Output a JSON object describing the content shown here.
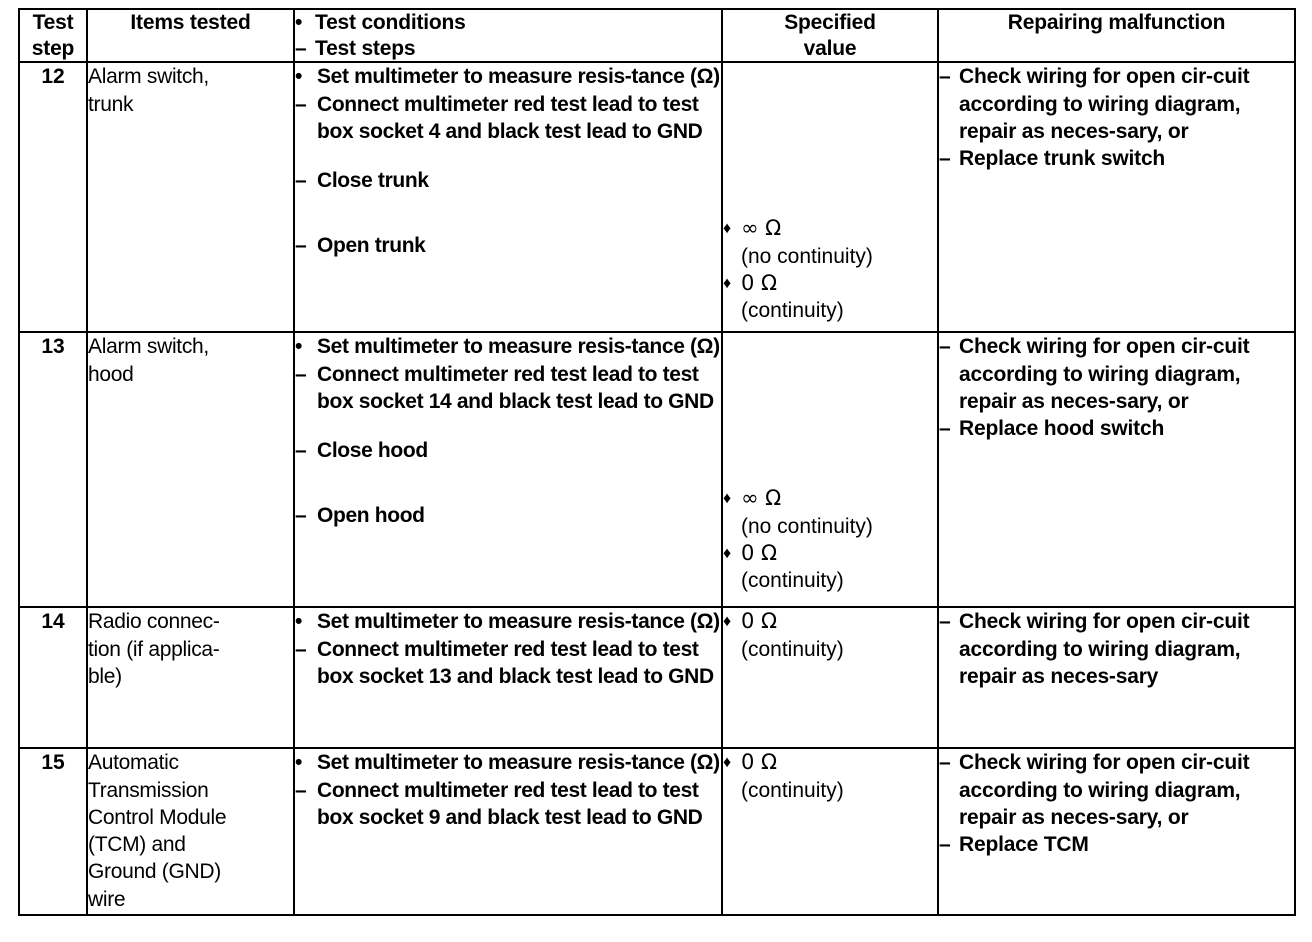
{
  "table": {
    "headers": [
      {
        "id": "test-step",
        "lines": [
          "Test",
          "step"
        ]
      },
      {
        "id": "items-tested",
        "lines": [
          "Items tested"
        ]
      },
      {
        "id": "test-conditions",
        "mark_bullet": "•",
        "mark_dash": "–",
        "lines": [
          "Test conditions",
          "Test steps"
        ]
      },
      {
        "id": "specified-value",
        "lines": [
          "Specified",
          "value"
        ]
      },
      {
        "id": "repairing-malfunction",
        "lines": [
          "Repairing malfunction"
        ]
      }
    ],
    "marks": {
      "bullet": "•",
      "dash": "–",
      "diamond": "♦"
    },
    "rows": [
      {
        "step": "12",
        "items": [
          "Alarm switch,",
          "trunk"
        ],
        "conditions": [
          {
            "mark": "•",
            "text": "Set multimeter to measure resis-tance (Ω)"
          },
          {
            "mark": "–",
            "text": "Connect multimeter red test lead to test box socket 4 and black test lead to GND"
          },
          {
            "mark": "–",
            "text": "Close trunk"
          },
          {
            "mark": "–",
            "text": "Open trunk"
          }
        ],
        "specified": [
          {
            "mark": "♦",
            "value": "∞ Ω",
            "note": "(no continuity)"
          },
          {
            "mark": "♦",
            "value": "0 Ω",
            "note": "(continuity)"
          }
        ],
        "repairs": [
          {
            "mark": "–",
            "text": "Check wiring for open cir-cuit according to wiring diagram, repair as neces-sary, or"
          },
          {
            "mark": "–",
            "text": "Replace trunk switch"
          }
        ]
      },
      {
        "step": "13",
        "items": [
          "Alarm switch,",
          "hood"
        ],
        "conditions": [
          {
            "mark": "•",
            "text": "Set multimeter to measure resis-tance (Ω)"
          },
          {
            "mark": "–",
            "text": "Connect multimeter red test lead to test box socket 14 and black test lead to GND"
          },
          {
            "mark": "–",
            "text": "Close hood"
          },
          {
            "mark": "–",
            "text": "Open hood"
          }
        ],
        "specified": [
          {
            "mark": "♦",
            "value": "∞ Ω",
            "note": "(no continuity)"
          },
          {
            "mark": "♦",
            "value": "0 Ω",
            "note": "(continuity)"
          }
        ],
        "repairs": [
          {
            "mark": "–",
            "text": "Check wiring for open cir-cuit according to wiring diagram, repair as neces-sary, or"
          },
          {
            "mark": "–",
            "text": "Replace hood switch"
          }
        ]
      },
      {
        "step": "14",
        "items": [
          "Radio connec-",
          "tion (if applica-",
          "ble)"
        ],
        "conditions": [
          {
            "mark": "•",
            "text": "Set multimeter to measure resis-tance (Ω)"
          },
          {
            "mark": "–",
            "text": "Connect multimeter red test lead to test box socket 13 and black test lead to GND"
          }
        ],
        "specified": [
          {
            "mark": "♦",
            "value": "0 Ω",
            "note": "(continuity)"
          }
        ],
        "repairs": [
          {
            "mark": "–",
            "text": "Check wiring for open cir-cuit according to wiring diagram, repair as neces-sary"
          }
        ]
      },
      {
        "step": "15",
        "items": [
          "Automatic",
          "Transmission",
          "Control Module",
          "(TCM) and",
          "Ground (GND)",
          "wire"
        ],
        "conditions": [
          {
            "mark": "•",
            "text": "Set multimeter to measure resis-tance (Ω)"
          },
          {
            "mark": "–",
            "text": "Connect multimeter red test lead to test box socket 9 and black test lead to GND"
          }
        ],
        "specified": [
          {
            "mark": "♦",
            "value": "0 Ω",
            "note": "(continuity)"
          }
        ],
        "repairs": [
          {
            "mark": "–",
            "text": "Check wiring for open cir-cuit according to wiring diagram, repair as neces-sary, or"
          },
          {
            "mark": "–",
            "text": "Replace TCM"
          }
        ]
      }
    ]
  }
}
